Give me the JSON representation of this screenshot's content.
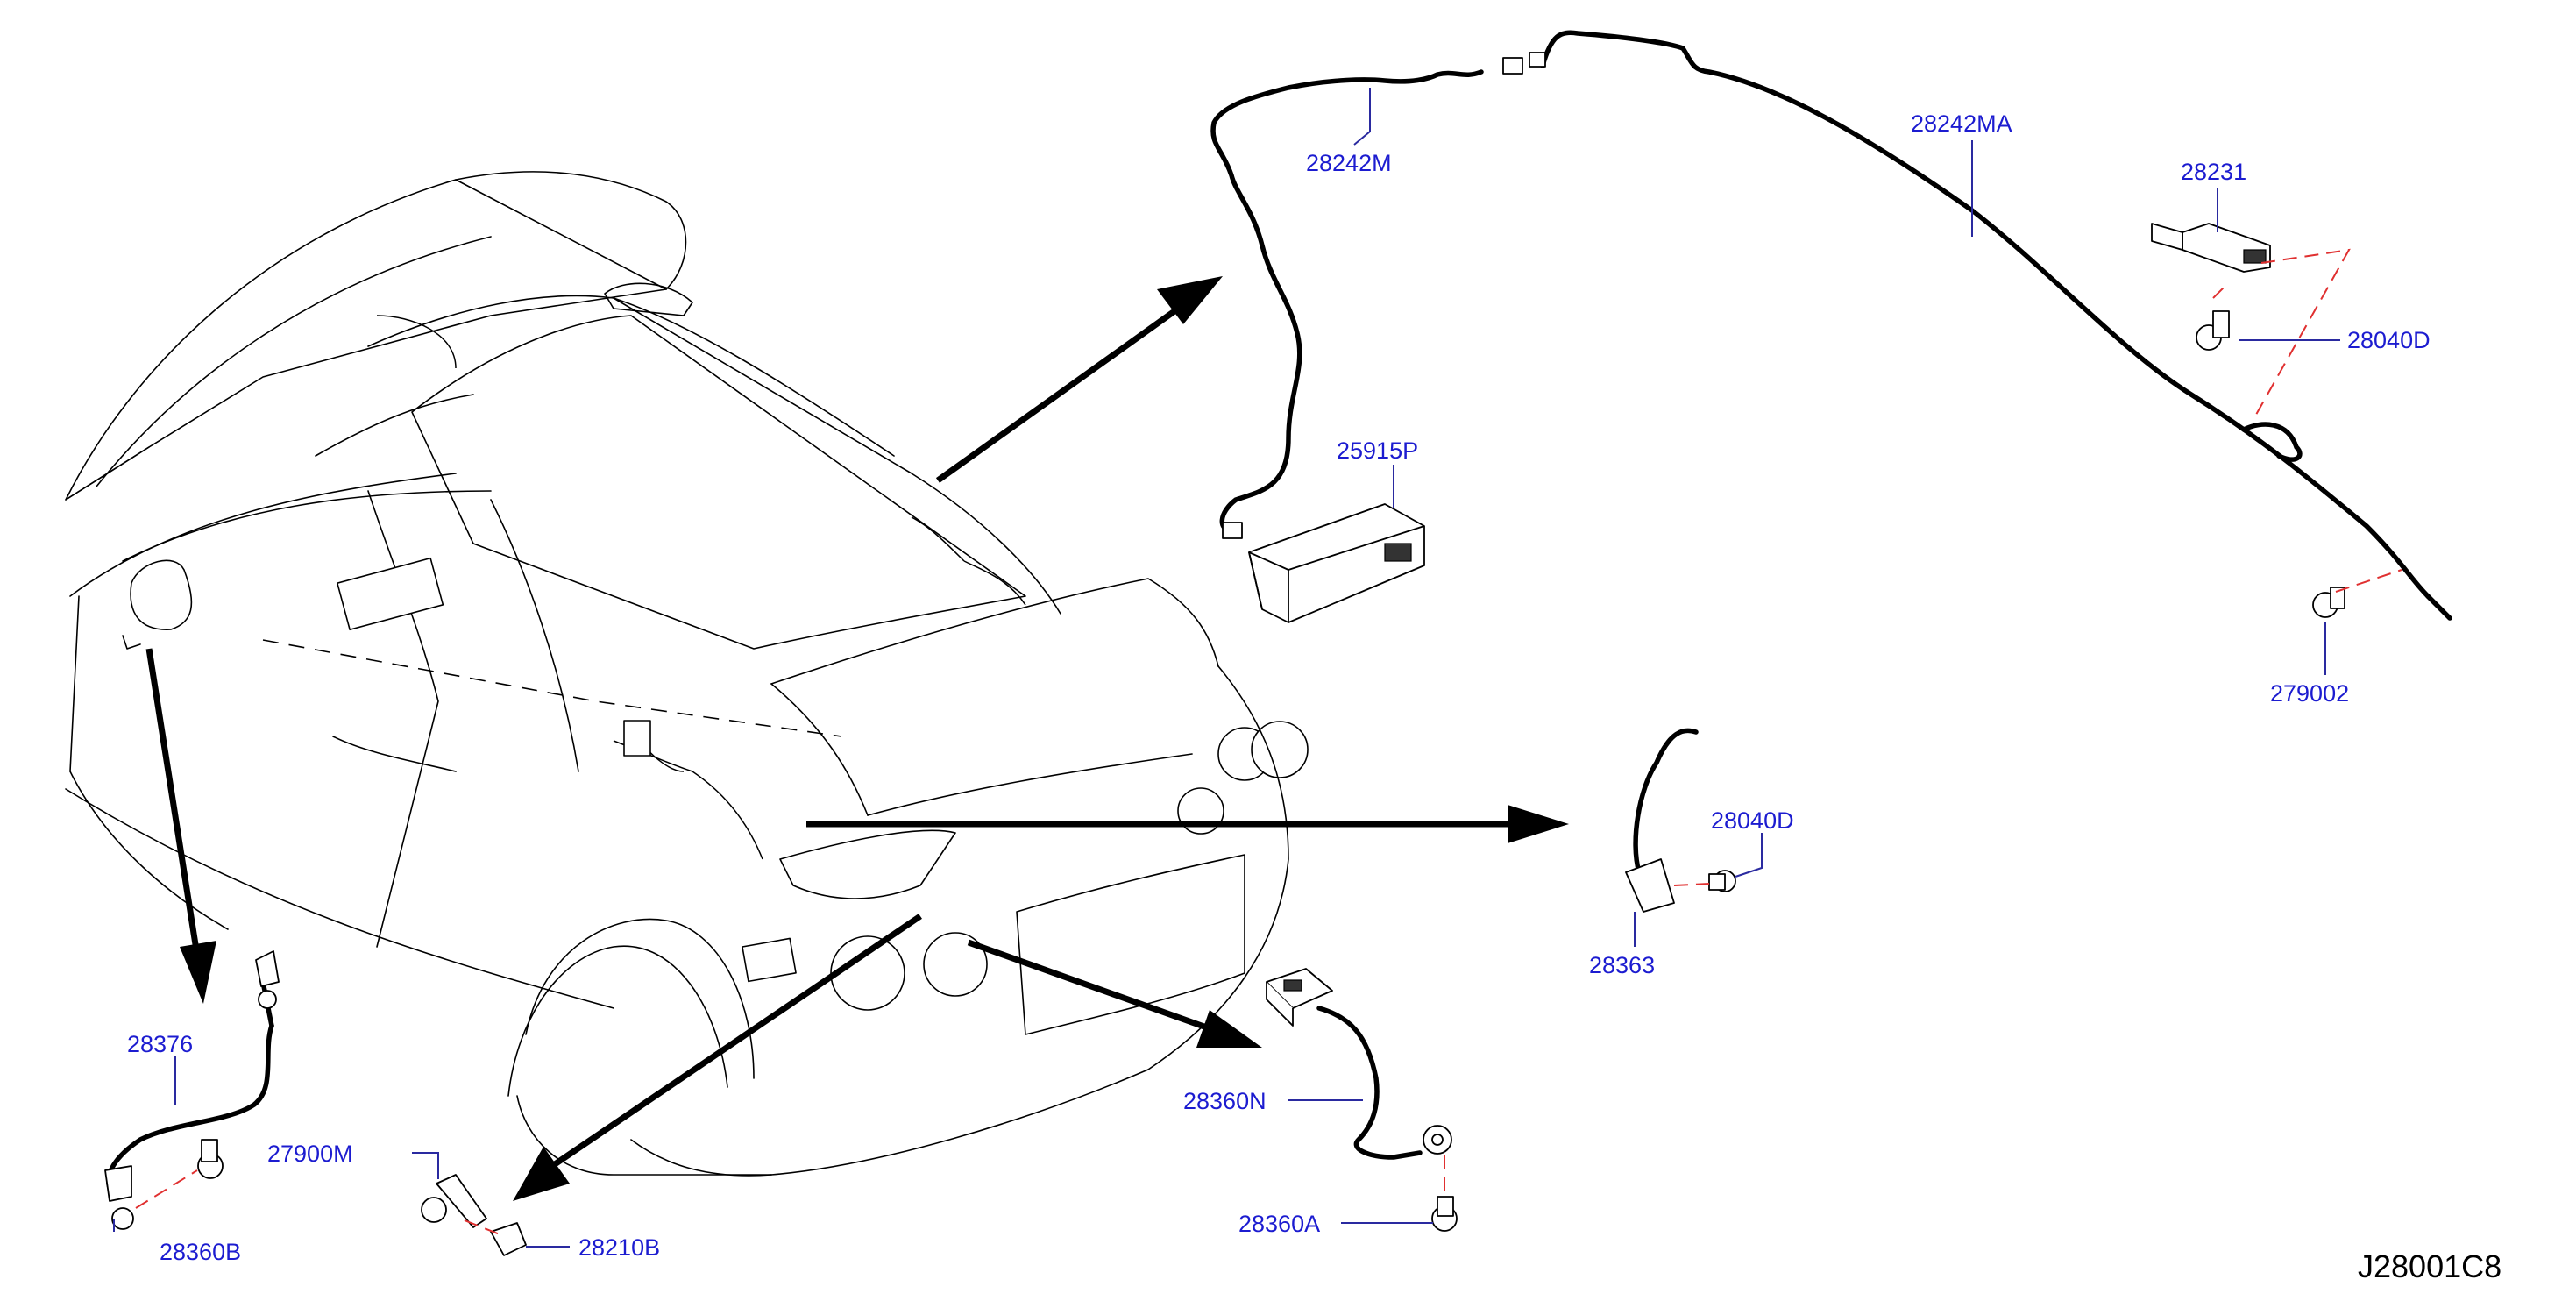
{
  "figure": {
    "code": "J28001C8"
  },
  "parts": [
    {
      "id": "p-28242M",
      "label": "28242M"
    },
    {
      "id": "p-28242MA",
      "label": "28242MA"
    },
    {
      "id": "p-28231",
      "label": "28231"
    },
    {
      "id": "p-28040D-top",
      "label": "28040D"
    },
    {
      "id": "p-25915P",
      "label": "25915P"
    },
    {
      "id": "p-27900_partial",
      "label": "279002"
    },
    {
      "id": "p-28040D-mid",
      "label": "28040D"
    },
    {
      "id": "p-28363",
      "label": "28363"
    },
    {
      "id": "p-28376",
      "label": "28376"
    },
    {
      "id": "p-28360B",
      "label": "28360B"
    },
    {
      "id": "p-27900M",
      "label": "27900M"
    },
    {
      "id": "p-28210B",
      "label": "28210B"
    },
    {
      "id": "p-28360N",
      "label": "28360N"
    },
    {
      "id": "p-28360A",
      "label": "28360A"
    }
  ]
}
